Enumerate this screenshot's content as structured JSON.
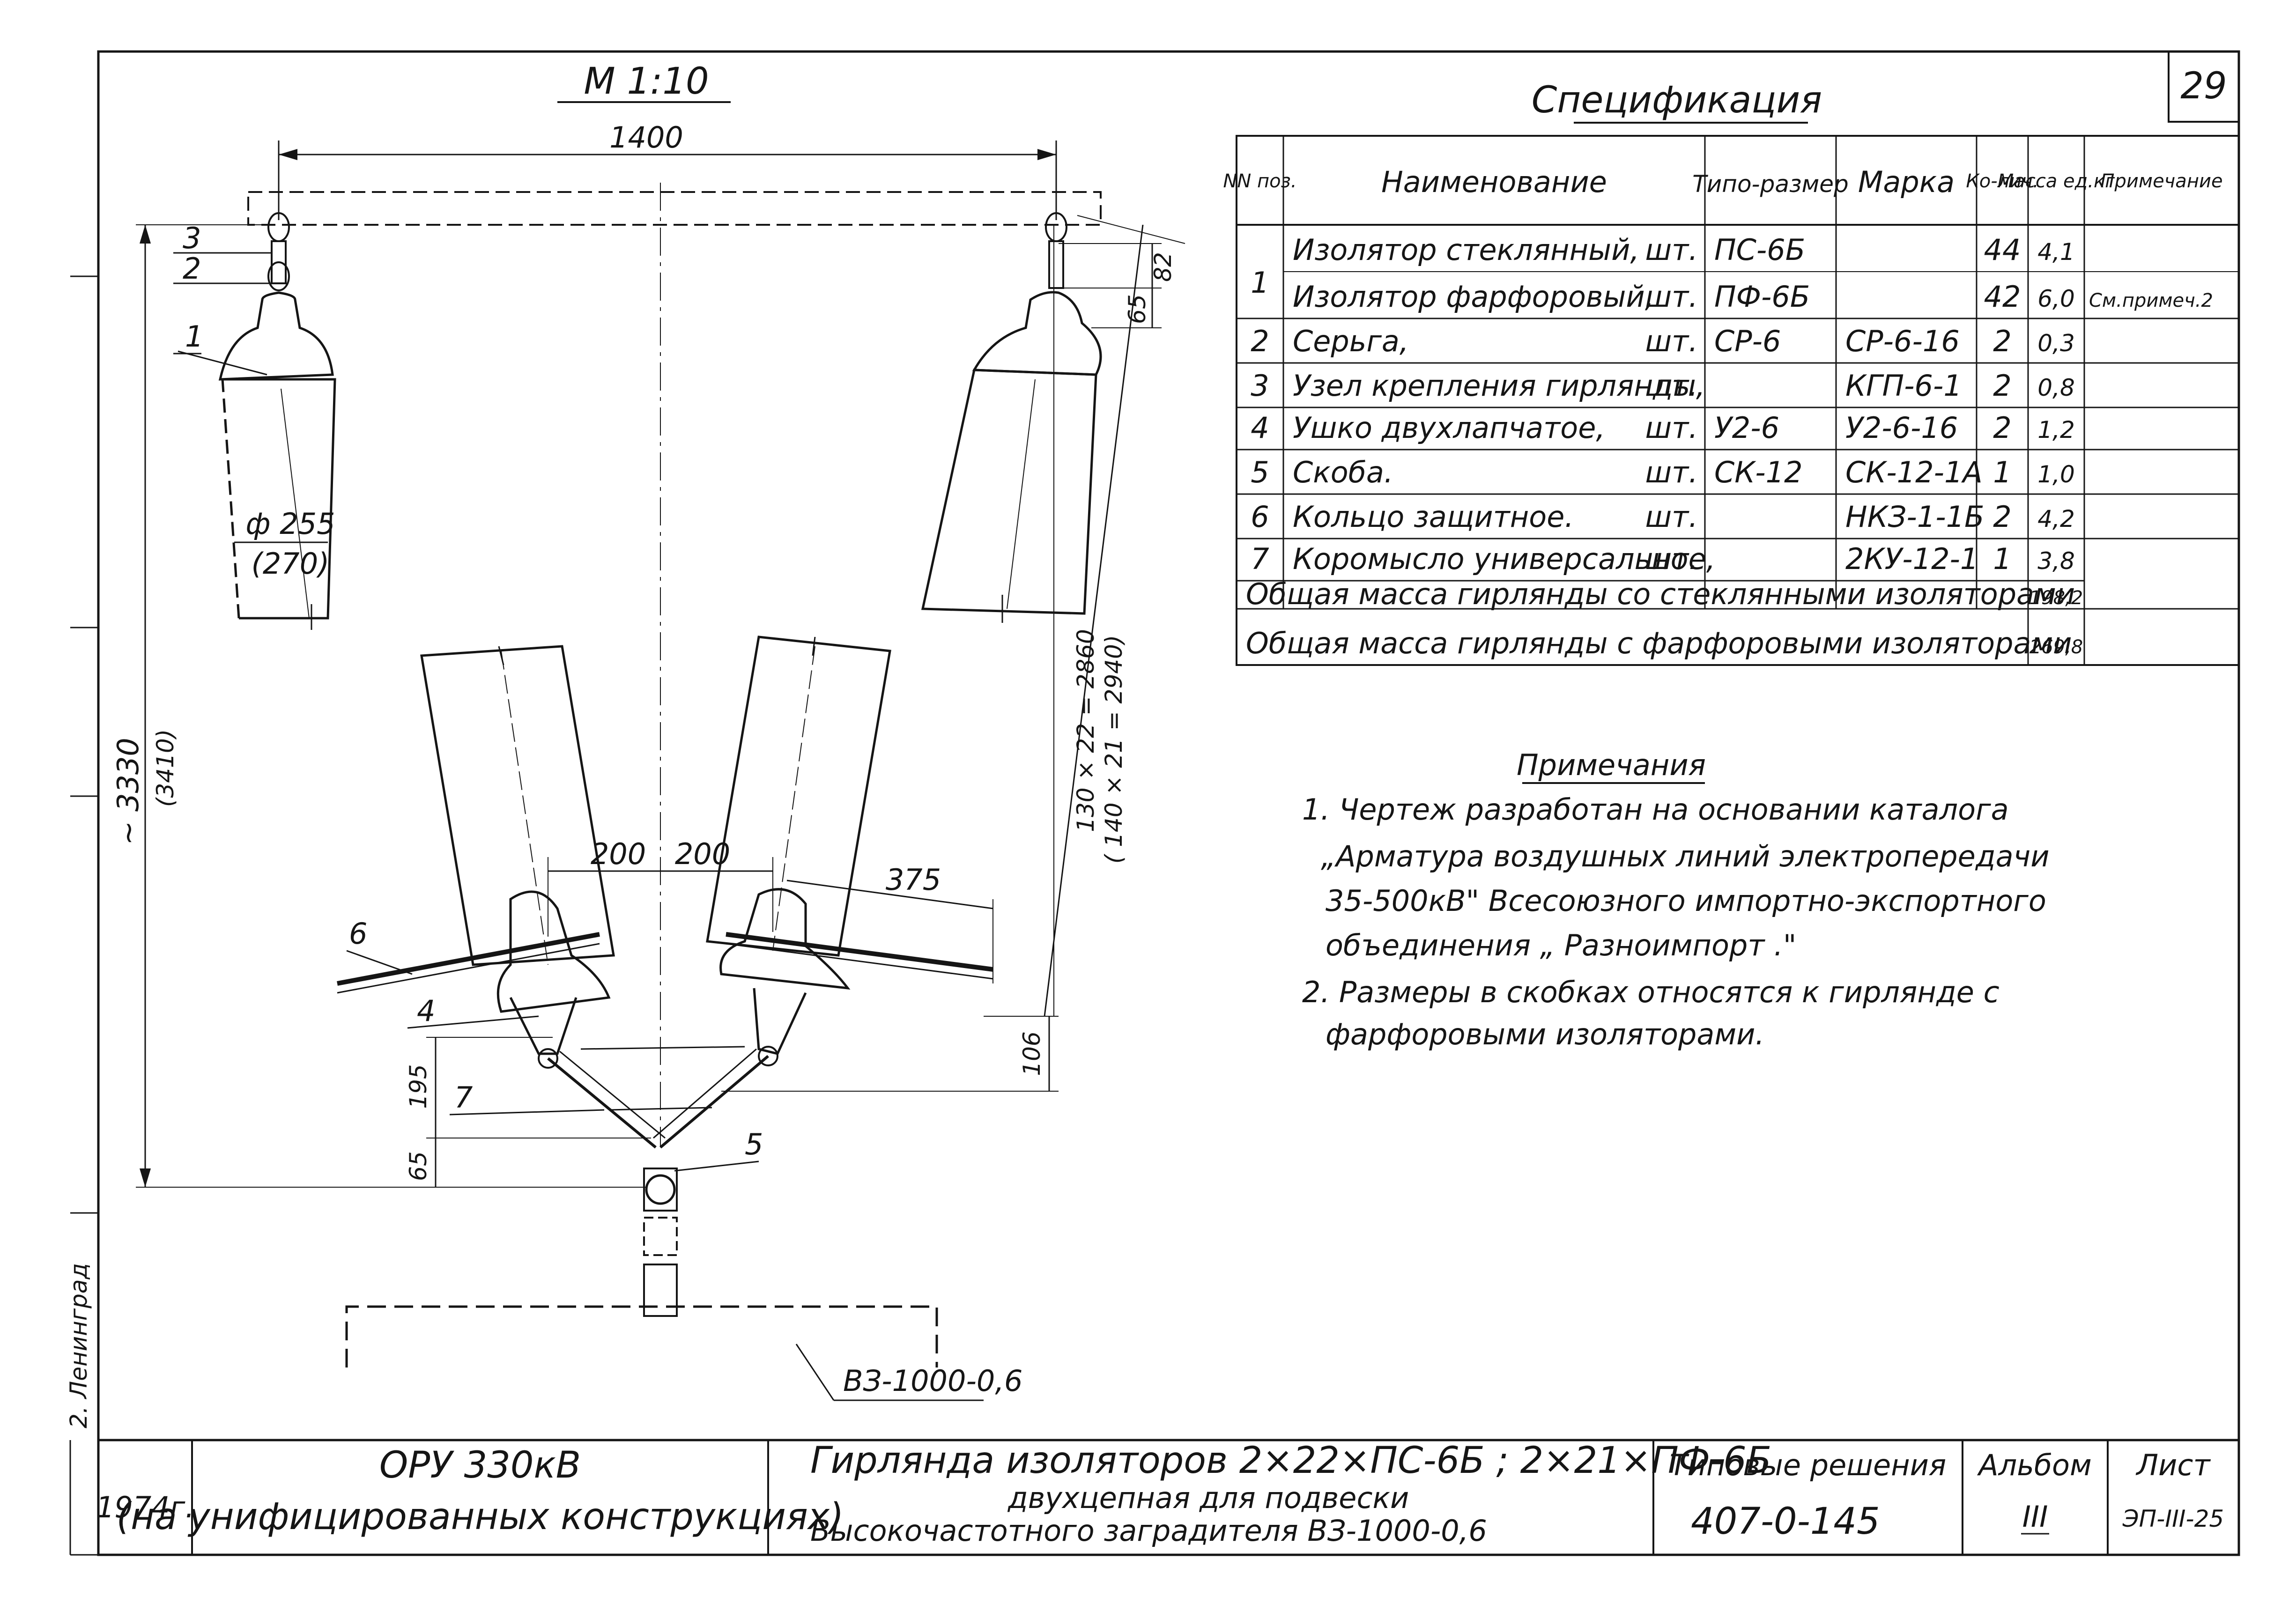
{
  "sheet_number": "29",
  "scale": "М 1:10",
  "side_note": "2. Ленинград",
  "spec": {
    "title": "Спецификация",
    "headers": {
      "pos": "NN поз.",
      "name": "Наименование",
      "type": "Типо-размер",
      "mark": "Марка",
      "qty": "Ко-лич.",
      "mass": "Масса ед.кг",
      "note": "Примечание"
    },
    "rows": [
      {
        "pos": "1",
        "name": "Изолятор стеклянный,",
        "unit": "шт.",
        "type": "ПС-6Б",
        "mark": "",
        "qty": "44",
        "mass": "4,1",
        "note": ""
      },
      {
        "pos": "",
        "name": "Изолятор фарфоровый,",
        "unit": "шт.",
        "type": "ПФ-6Б",
        "mark": "",
        "qty": "42",
        "mass": "6,0",
        "note": "См.примеч.2"
      },
      {
        "pos": "2",
        "name": "Серьга,",
        "unit": "шт.",
        "type": "СР-6",
        "mark": "СР-6-16",
        "qty": "2",
        "mass": "0,3",
        "note": ""
      },
      {
        "pos": "3",
        "name": "Узел крепления гирлянды,",
        "unit": "шт.",
        "type": "",
        "mark": "КГП-6-1",
        "qty": "2",
        "mass": "0,8",
        "note": ""
      },
      {
        "pos": "4",
        "name": "Ушко двухлапчатое,",
        "unit": "шт.",
        "type": "У2-6",
        "mark": "У2-6-16",
        "qty": "2",
        "mass": "1,2",
        "note": ""
      },
      {
        "pos": "5",
        "name": "Скоба.",
        "unit": "шт.",
        "type": "СК-12",
        "mark": "СК-12-1А",
        "qty": "1",
        "mass": "1,0",
        "note": ""
      },
      {
        "pos": "6",
        "name": "Кольцо защитное.",
        "unit": "шт.",
        "type": "",
        "mark": "НКЗ-1-1Б",
        "qty": "2",
        "mass": "4,2",
        "note": ""
      },
      {
        "pos": "7",
        "name": "Коромысло универсальное,",
        "unit": "шт.",
        "type": "",
        "mark": "2КУ-12-1",
        "qty": "1",
        "mass": "3,8",
        "note": ""
      }
    ],
    "totals": [
      {
        "label": "Общая масса гирлянды со стеклянными изоляторами",
        "value": "198,2"
      },
      {
        "label": "Общая масса гирлянды с фарфоровыми изоляторами",
        "value": "269,8"
      }
    ]
  },
  "notes": {
    "title": "Примечания",
    "lines": [
      "1. Чертеж разработан на основании каталога",
      "„Арматура воздушных линий электропередачи",
      "35-500кВ\" Всесоюзного импортно-экспортного",
      "объединения „ Разноимпорт .\"",
      "2. Размеры в скобках относятся к гирлянде с",
      "фарфоровыми изоляторами."
    ]
  },
  "drawing": {
    "dims": {
      "span": "1400",
      "d82": "82",
      "d65a": "65",
      "dia": "ф 255",
      "dia_alt": "(270)",
      "total": "~ 3330",
      "total_alt": "(3410)",
      "chain": "130 × 22 = 2860",
      "chain_alt": "( 140 × 21 = 2940)",
      "d200a": "200",
      "d200b": "200",
      "d375": "375",
      "d106": "106",
      "d195": "195",
      "d65b": "65"
    },
    "callouts": [
      "1",
      "2",
      "3",
      "4",
      "5",
      "6",
      "7"
    ],
    "trap_label": "ВЗ-1000-0,6"
  },
  "title_block": {
    "year": "1974г.",
    "org_line1": "ОРУ 330кВ",
    "org_line2": "(на унифицированных конструкциях)",
    "desc_line1": "Гирлянда изоляторов 2×22×ПС-6Б ; 2×21×ПФ-6Б",
    "desc_line2": "двухцепная для подвески",
    "desc_line3": "Высокочастотного заградителя ВЗ-1000-0,6",
    "series_label": "Типовые решения",
    "series_value": "407-0-145",
    "album_label": "Альбом",
    "album_value": "III",
    "sheet_label": "Лист",
    "sheet_value": "ЭП-III-25"
  }
}
